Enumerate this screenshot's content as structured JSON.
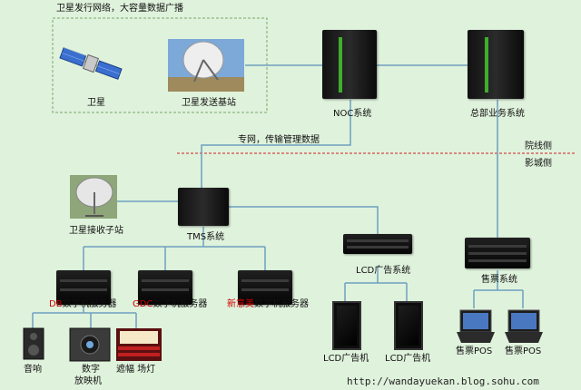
{
  "labels": {
    "region_title": "卫星发行网络，大容量数据广播",
    "satellite": "卫星",
    "uplink_station": "卫星发送基站",
    "noc": "NOC系统",
    "hq": "总部业务系统",
    "private_net": "专网，传输管理数据",
    "hq_side": "院线侧",
    "cinema_side": "影城侧",
    "receiver": "卫星接收子站",
    "tms": "TMS系统",
    "lcd_system": "LCD广告系统",
    "ticket_system": "售票系统",
    "db_prefix": "DB",
    "db_suffix": "数字机服务器",
    "gdc_prefix": "GDC",
    "gdc_suffix": "数字机服务器",
    "xym_prefix": "新意美",
    "xym_suffix": "数字机服务器",
    "audio": "音响",
    "projector_line1": "数字",
    "projector_line2": "放映机",
    "lights": "遮幅 场灯",
    "lcd1": "LCD广告机",
    "lcd2": "LCD广告机",
    "pos1": "售票POS",
    "pos2": "售票POS",
    "watermark": "http://wandayuekan.blog.sohu.com"
  },
  "colors": {
    "background": "#dff2dc",
    "line": "#6f9fc0",
    "dashed_red": "#d02020",
    "dashed_box": "#7aa868",
    "red_text": "#d00000"
  },
  "icons": {
    "satellite": "satellite-icon",
    "dish_uplink": "satellite-dish-icon",
    "dish_receiver": "satellite-dish-icon",
    "noc_server": "server-tower-icon",
    "hq_server": "server-tower-icon",
    "tms_server": "server-tower-icon",
    "lcd_rack": "rack-server-icon",
    "ticket_rack": "rack-server-icon",
    "media_server": "media-server-icon",
    "speaker": "speaker-icon",
    "projector": "projector-icon",
    "theater": "theater-icon",
    "lcd_monitor": "lcd-monitor-icon",
    "pos_terminal": "pos-terminal-icon"
  }
}
